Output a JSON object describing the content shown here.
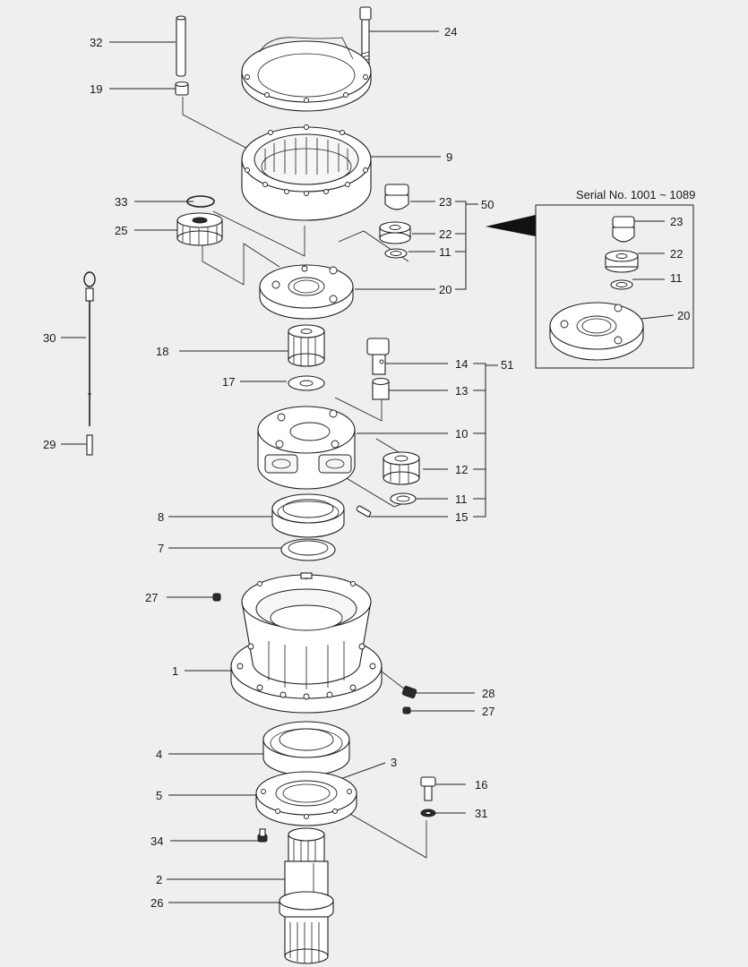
{
  "inset": {
    "title": "Serial No. 1001 ~ 1089"
  },
  "callouts": [
    {
      "id": "c32",
      "text": "32"
    },
    {
      "id": "c24",
      "text": "24"
    },
    {
      "id": "c19",
      "text": "19"
    },
    {
      "id": "c9",
      "text": "9"
    },
    {
      "id": "c33",
      "text": "33"
    },
    {
      "id": "c23",
      "text": "23"
    },
    {
      "id": "c50",
      "text": "50"
    },
    {
      "id": "c25",
      "text": "25"
    },
    {
      "id": "c22",
      "text": "22"
    },
    {
      "id": "c11a",
      "text": "11"
    },
    {
      "id": "c20",
      "text": "20"
    },
    {
      "id": "c30",
      "text": "30"
    },
    {
      "id": "c18",
      "text": "18"
    },
    {
      "id": "c14",
      "text": "14"
    },
    {
      "id": "c51",
      "text": "51"
    },
    {
      "id": "c17",
      "text": "17"
    },
    {
      "id": "c13",
      "text": "13"
    },
    {
      "id": "c10",
      "text": "10"
    },
    {
      "id": "c29",
      "text": "29"
    },
    {
      "id": "c12",
      "text": "12"
    },
    {
      "id": "c11b",
      "text": "11"
    },
    {
      "id": "c8",
      "text": "8"
    },
    {
      "id": "c15",
      "text": "15"
    },
    {
      "id": "c7",
      "text": "7"
    },
    {
      "id": "c27a",
      "text": "27"
    },
    {
      "id": "c1",
      "text": "1"
    },
    {
      "id": "c28",
      "text": "28"
    },
    {
      "id": "c27b",
      "text": "27"
    },
    {
      "id": "c4",
      "text": "4"
    },
    {
      "id": "c3",
      "text": "3"
    },
    {
      "id": "c16",
      "text": "16"
    },
    {
      "id": "c5",
      "text": "5"
    },
    {
      "id": "c31",
      "text": "31"
    },
    {
      "id": "c34",
      "text": "34"
    },
    {
      "id": "c2",
      "text": "2"
    },
    {
      "id": "c26",
      "text": "26"
    },
    {
      "id": "i23",
      "text": "23"
    },
    {
      "id": "i22",
      "text": "22"
    },
    {
      "id": "i11",
      "text": "11"
    },
    {
      "id": "i20",
      "text": "20"
    }
  ]
}
